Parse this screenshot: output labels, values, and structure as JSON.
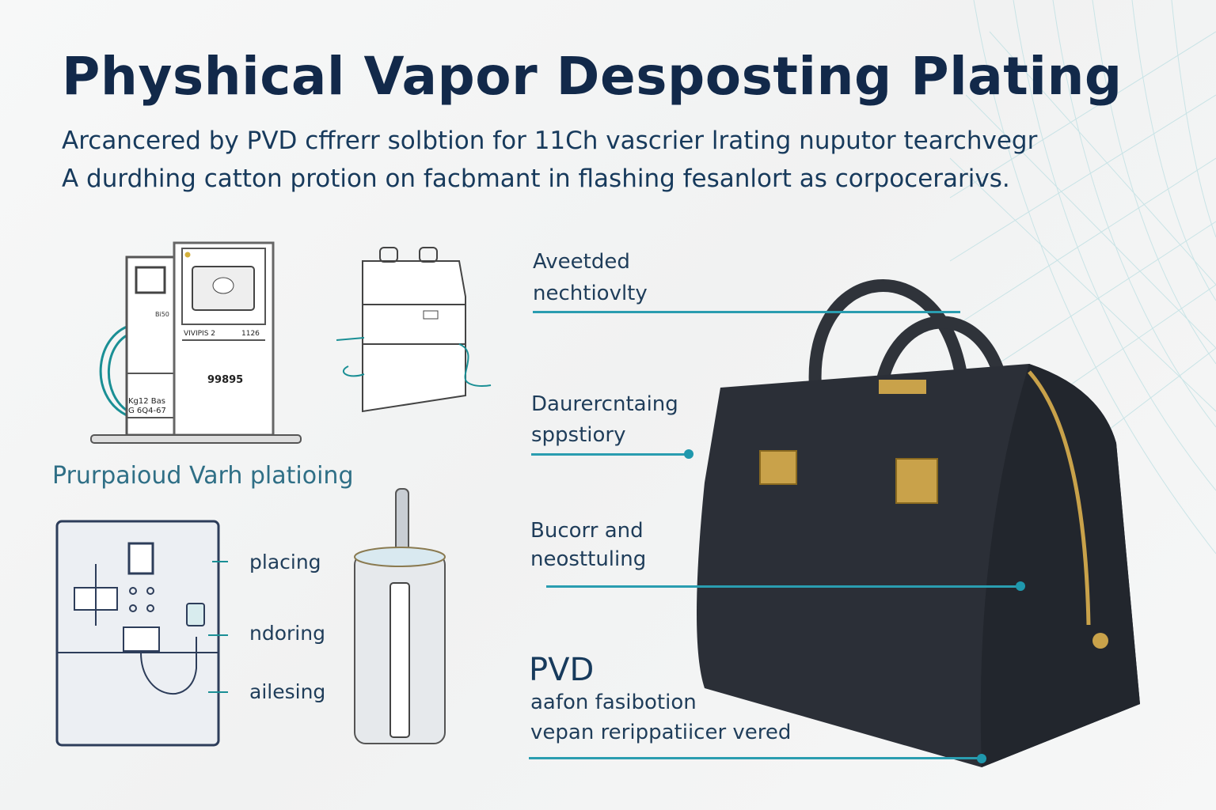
{
  "title": "Physhical Vapor Desposting Plating",
  "subtitle": [
    "Arcancered by PVD cffrerr solbtion for 11Ch vascrier lrating nuputor tearchvegr",
    "A durdhing catton protion on facbmant in flashing fesanlort as corpocerarivs."
  ],
  "machine_top": {
    "labels": [
      "Bi50",
      "VIVIPIS 2",
      "1126",
      "99895",
      "Kg12 Bas",
      "G 6Q4-67"
    ]
  },
  "caption": "Prurpaioud Varh platioing",
  "process_labels": [
    "placing",
    "ndoring",
    "ailesing"
  ],
  "callouts": [
    {
      "lines": [
        "Aveetded",
        "nechtiovlty"
      ]
    },
    {
      "lines": [
        "Daurercntaing",
        "sppstiory"
      ]
    },
    {
      "lines": [
        "Bucorr and",
        "neosttuling"
      ]
    },
    {
      "heading": "PVD",
      "lines": [
        "aafon fasibotion",
        "vepan rerippatiicer vered"
      ]
    }
  ],
  "colors": {
    "title": "#12294a",
    "accent": "#2a9db0",
    "bag": "#2b2f37",
    "gold": "#c9a24a"
  }
}
